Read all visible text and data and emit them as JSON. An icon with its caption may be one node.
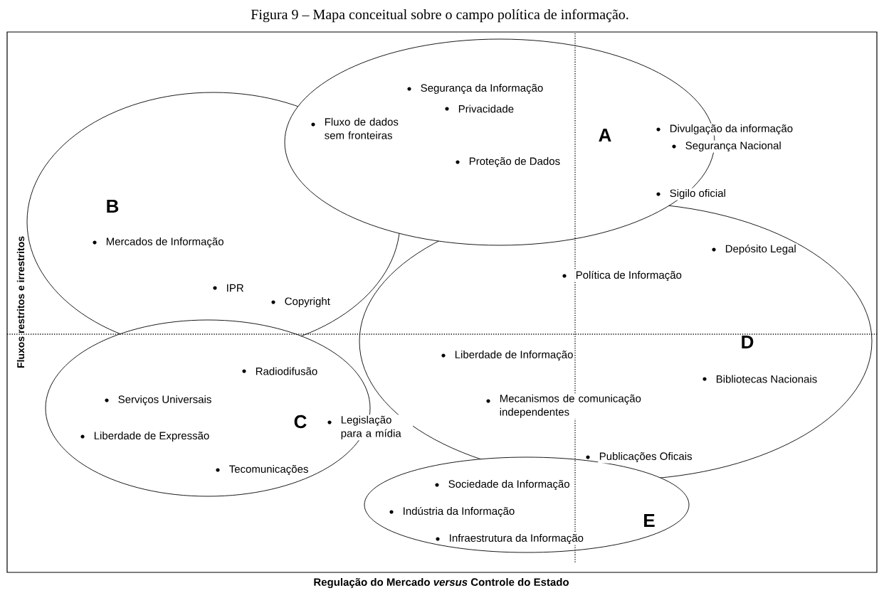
{
  "diagram": {
    "title": "Figura 9 – Mapa conceitual sobre o campo política de informação.",
    "nodes": [
      {
        "text": [
          "B"
        ]
      },
      {
        "text": [
          "C"
        ]
      },
      {
        "text": [
          "D"
        ]
      },
      {
        "text": [
          "A"
        ]
      },
      {
        "text": [
          "E"
        ]
      }
    ],
    "labels": [
      "Segurança da Informação",
      "Privacidade",
      "Fluxo de dados sem fronteiras",
      "Divulgação da informação",
      "Segurança Nacional",
      "Proteção de Dados",
      "Sigilo oficial",
      "Mercados de Informação",
      "Depósito Legal",
      "Política de Informação",
      "IPR",
      "Copyright",
      "Liberdade de Informação",
      "Radiodifusão",
      "Bibliotecas Nacionais",
      "Serviços Universais",
      "Mecanismos de comunicação independentes",
      "Legislação para a mídia",
      "Liberdade de Expressão",
      "Publicações Oficais",
      "Tecomunicações",
      "Sociedade da Informação",
      "Indústria da Informação",
      "Infraestrutura da Informação",
      "Fluxos restritos e irrestritos",
      "Regulação do Mercado *versus* Controle do Estado"
    ]
  }
}
